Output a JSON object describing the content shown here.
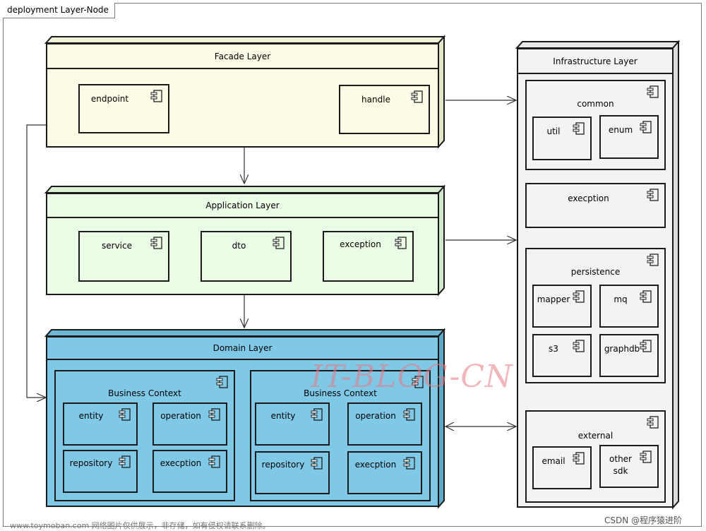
{
  "frame": {
    "title": "deployment Layer-Node"
  },
  "facade": {
    "title": "Facade Layer",
    "components": [
      "endpoint",
      "handle"
    ]
  },
  "application": {
    "title": "Application Layer",
    "components": [
      "service",
      "dto",
      "exception"
    ]
  },
  "domain": {
    "title": "Domain Layer",
    "contexts": [
      {
        "title": "Business Context",
        "components": [
          "entity",
          "operation",
          "repository",
          "execption"
        ]
      },
      {
        "title": "Business Context",
        "components": [
          "entity",
          "operation",
          "repository",
          "execption"
        ]
      }
    ]
  },
  "infrastructure": {
    "title": "Infrastructure Layer",
    "common": {
      "title": "common",
      "components": [
        "util",
        "enum"
      ]
    },
    "execption": {
      "title": "execption"
    },
    "persistence": {
      "title": "persistence",
      "components": [
        "mapper",
        "mq",
        "s3",
        "graphdb"
      ]
    },
    "external": {
      "title": "external",
      "components": [
        "email",
        "other\nsdk"
      ]
    }
  },
  "watermark": "IT-BLOG-CN",
  "footer": {
    "left": "www.toymoban.com 网络图片仅供展示，非存储，如有侵权请联系删除。",
    "right": "CSDN @程序猿进阶"
  },
  "colors": {
    "facade": "#fdfde7",
    "application": "#eafbe6",
    "domain": "#7fc9e7",
    "infrastructure": "#f3f3f3"
  }
}
